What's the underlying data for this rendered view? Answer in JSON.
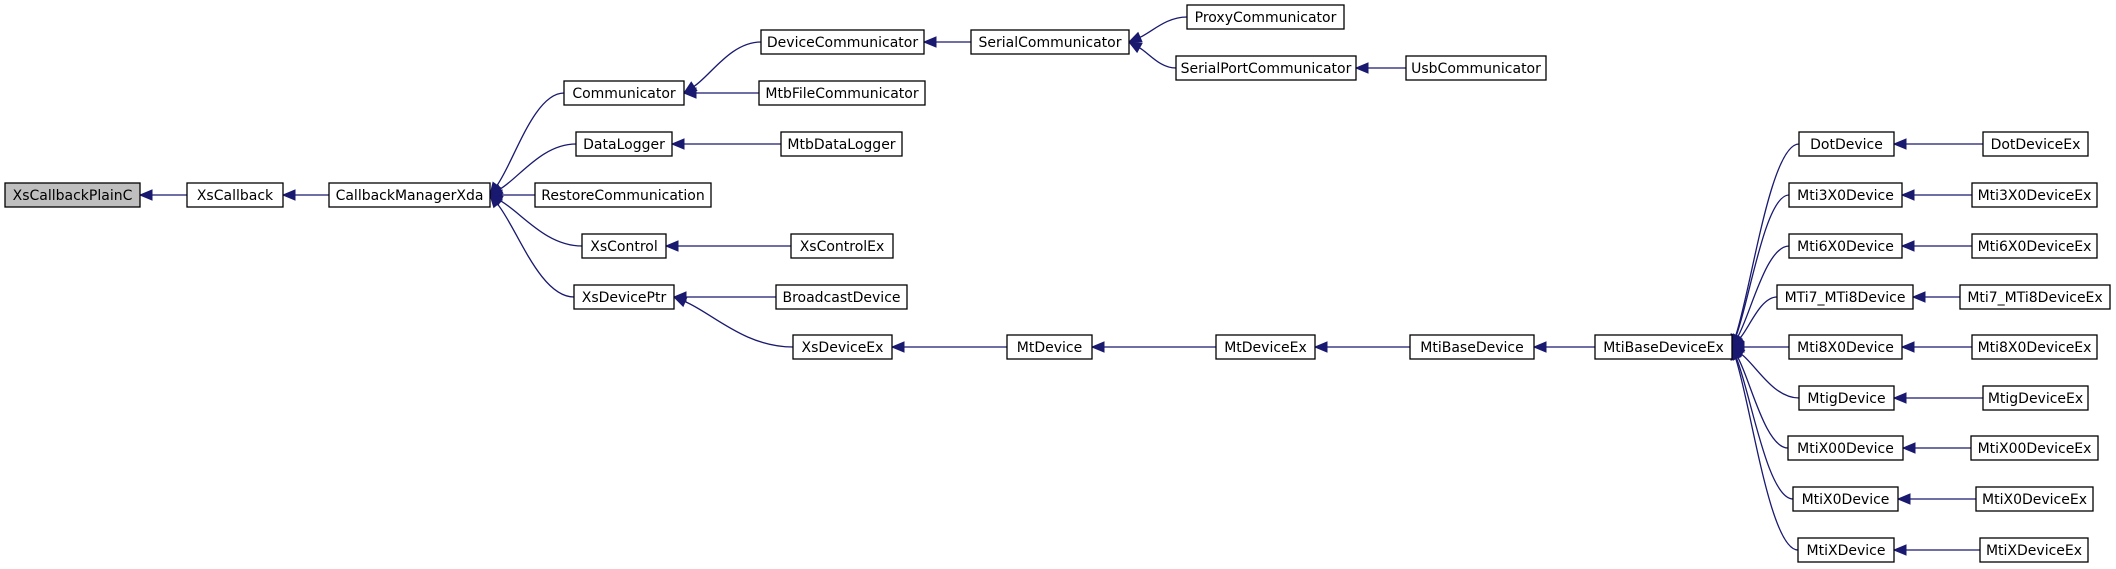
{
  "diagram": {
    "colors": {
      "edge": "#191970",
      "root_fill": "#bfbfbf",
      "node_fill": "#ffffff",
      "border": "#000000"
    },
    "nodes": [
      {
        "id": "XsCallbackPlainC",
        "label": "XsCallbackPlainC",
        "highlight": true
      },
      {
        "id": "XsCallback",
        "label": "XsCallback"
      },
      {
        "id": "CallbackManagerXda",
        "label": "CallbackManagerXda"
      },
      {
        "id": "Communicator",
        "label": "Communicator"
      },
      {
        "id": "DataLogger",
        "label": "DataLogger"
      },
      {
        "id": "RestoreCommunication",
        "label": "RestoreCommunication"
      },
      {
        "id": "XsControl",
        "label": "XsControl"
      },
      {
        "id": "XsDevicePtr",
        "label": "XsDevicePtr"
      },
      {
        "id": "DeviceCommunicator",
        "label": "DeviceCommunicator"
      },
      {
        "id": "MtbFileCommunicator",
        "label": "MtbFileCommunicator"
      },
      {
        "id": "MtbDataLogger",
        "label": "MtbDataLogger"
      },
      {
        "id": "XsControlEx",
        "label": "XsControlEx"
      },
      {
        "id": "BroadcastDevice",
        "label": "BroadcastDevice"
      },
      {
        "id": "XsDeviceEx",
        "label": "XsDeviceEx"
      },
      {
        "id": "SerialCommunicator",
        "label": "SerialCommunicator"
      },
      {
        "id": "ProxyCommunicator",
        "label": "ProxyCommunicator"
      },
      {
        "id": "SerialPortCommunicator",
        "label": "SerialPortCommunicator"
      },
      {
        "id": "UsbCommunicator",
        "label": "UsbCommunicator"
      },
      {
        "id": "MtDevice",
        "label": "MtDevice"
      },
      {
        "id": "MtDeviceEx",
        "label": "MtDeviceEx"
      },
      {
        "id": "MtiBaseDevice",
        "label": "MtiBaseDevice"
      },
      {
        "id": "MtiBaseDeviceEx",
        "label": "MtiBaseDeviceEx"
      },
      {
        "id": "DotDevice",
        "label": "DotDevice"
      },
      {
        "id": "Mti3X0Device",
        "label": "Mti3X0Device"
      },
      {
        "id": "Mti6X0Device",
        "label": "Mti6X0Device"
      },
      {
        "id": "MTi7_MTi8Device",
        "label": "MTi7_MTi8Device"
      },
      {
        "id": "Mti8X0Device",
        "label": "Mti8X0Device"
      },
      {
        "id": "MtigDevice",
        "label": "MtigDevice"
      },
      {
        "id": "MtiX00Device",
        "label": "MtiX00Device"
      },
      {
        "id": "MtiX0Device",
        "label": "MtiX0Device"
      },
      {
        "id": "MtiXDevice",
        "label": "MtiXDevice"
      },
      {
        "id": "DotDeviceEx",
        "label": "DotDeviceEx"
      },
      {
        "id": "Mti3X0DeviceEx",
        "label": "Mti3X0DeviceEx"
      },
      {
        "id": "Mti6X0DeviceEx",
        "label": "Mti6X0DeviceEx"
      },
      {
        "id": "Mti7_MTi8DeviceEx",
        "label": "Mti7_MTi8DeviceEx"
      },
      {
        "id": "Mti8X0DeviceEx",
        "label": "Mti8X0DeviceEx"
      },
      {
        "id": "MtigDeviceEx",
        "label": "MtigDeviceEx"
      },
      {
        "id": "MtiX00DeviceEx",
        "label": "MtiX00DeviceEx"
      },
      {
        "id": "MtiX0DeviceEx",
        "label": "MtiX0DeviceEx"
      },
      {
        "id": "MtiXDeviceEx",
        "label": "MtiXDeviceEx"
      }
    ],
    "edges": [
      {
        "from": "XsCallback",
        "to": "XsCallbackPlainC"
      },
      {
        "from": "CallbackManagerXda",
        "to": "XsCallback"
      },
      {
        "from": "Communicator",
        "to": "CallbackManagerXda"
      },
      {
        "from": "DataLogger",
        "to": "CallbackManagerXda"
      },
      {
        "from": "RestoreCommunication",
        "to": "CallbackManagerXda"
      },
      {
        "from": "XsControl",
        "to": "CallbackManagerXda"
      },
      {
        "from": "XsDevicePtr",
        "to": "CallbackManagerXda"
      },
      {
        "from": "DeviceCommunicator",
        "to": "Communicator"
      },
      {
        "from": "MtbFileCommunicator",
        "to": "Communicator"
      },
      {
        "from": "MtbDataLogger",
        "to": "DataLogger"
      },
      {
        "from": "XsControlEx",
        "to": "XsControl"
      },
      {
        "from": "BroadcastDevice",
        "to": "XsDevicePtr"
      },
      {
        "from": "XsDeviceEx",
        "to": "XsDevicePtr"
      },
      {
        "from": "SerialCommunicator",
        "to": "DeviceCommunicator"
      },
      {
        "from": "ProxyCommunicator",
        "to": "SerialCommunicator"
      },
      {
        "from": "SerialPortCommunicator",
        "to": "SerialCommunicator"
      },
      {
        "from": "UsbCommunicator",
        "to": "SerialPortCommunicator"
      },
      {
        "from": "MtDevice",
        "to": "XsDeviceEx"
      },
      {
        "from": "MtDeviceEx",
        "to": "MtDevice"
      },
      {
        "from": "MtiBaseDevice",
        "to": "MtDeviceEx"
      },
      {
        "from": "MtiBaseDeviceEx",
        "to": "MtiBaseDevice"
      },
      {
        "from": "DotDevice",
        "to": "MtiBaseDeviceEx"
      },
      {
        "from": "Mti3X0Device",
        "to": "MtiBaseDeviceEx"
      },
      {
        "from": "Mti6X0Device",
        "to": "MtiBaseDeviceEx"
      },
      {
        "from": "MTi7_MTi8Device",
        "to": "MtiBaseDeviceEx"
      },
      {
        "from": "Mti8X0Device",
        "to": "MtiBaseDeviceEx"
      },
      {
        "from": "MtigDevice",
        "to": "MtiBaseDeviceEx"
      },
      {
        "from": "MtiX00Device",
        "to": "MtiBaseDeviceEx"
      },
      {
        "from": "MtiX0Device",
        "to": "MtiBaseDeviceEx"
      },
      {
        "from": "MtiXDevice",
        "to": "MtiBaseDeviceEx"
      },
      {
        "from": "DotDeviceEx",
        "to": "DotDevice"
      },
      {
        "from": "Mti3X0DeviceEx",
        "to": "Mti3X0Device"
      },
      {
        "from": "Mti6X0DeviceEx",
        "to": "Mti6X0Device"
      },
      {
        "from": "Mti7_MTi8DeviceEx",
        "to": "MTi7_MTi8Device"
      },
      {
        "from": "Mti8X0DeviceEx",
        "to": "Mti8X0Device"
      },
      {
        "from": "MtigDeviceEx",
        "to": "MtigDevice"
      },
      {
        "from": "MtiX00DeviceEx",
        "to": "MtiX00Device"
      },
      {
        "from": "MtiX0DeviceEx",
        "to": "MtiX0Device"
      },
      {
        "from": "MtiXDeviceEx",
        "to": "MtiXDevice"
      }
    ]
  }
}
